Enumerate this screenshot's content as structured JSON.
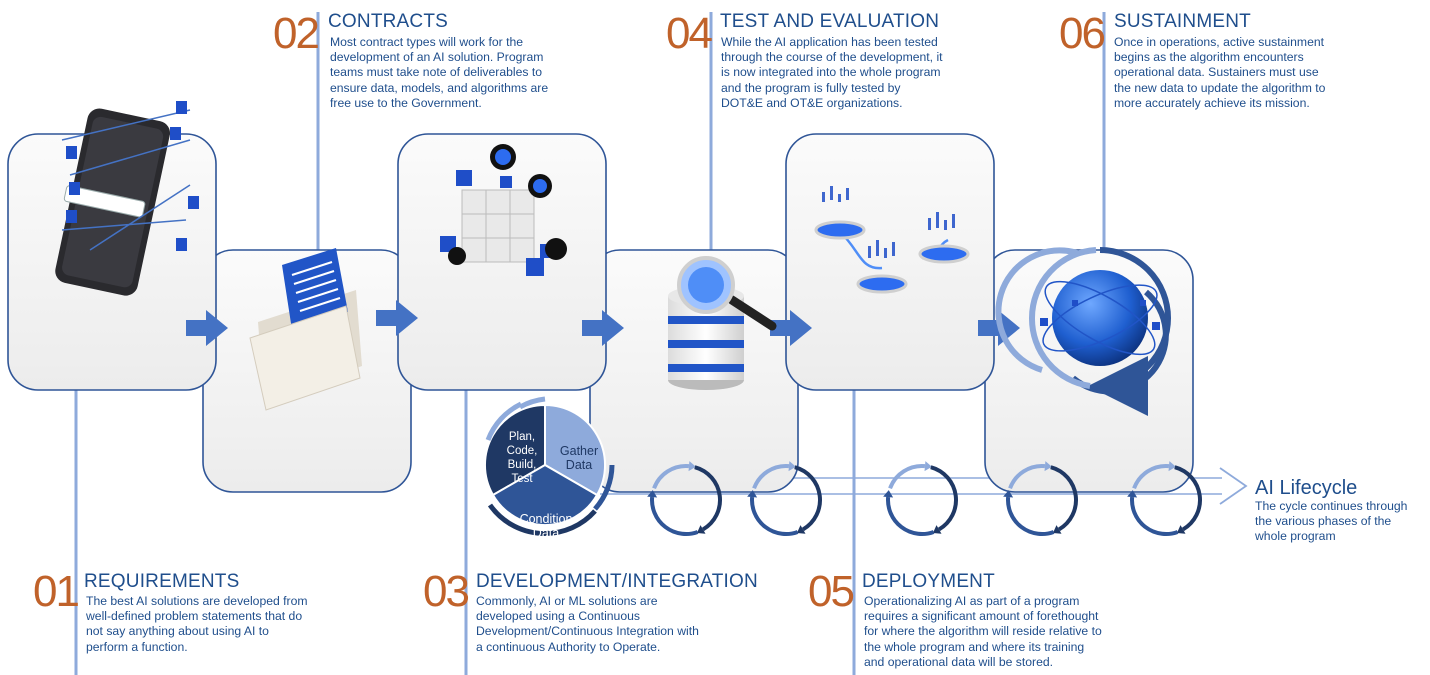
{
  "colors": {
    "accent_orange": "#c0622a",
    "text_blue": "#1f4e8c",
    "arrow_blue": "#4472c4",
    "line_blue": "#8eaadb",
    "card_border": "#2f5597",
    "card_fill": "#f2f2f2",
    "cycle_dark": "#1f3864",
    "cycle_mid": "#2f5597",
    "cycle_light": "#8eaadb"
  },
  "phases": [
    {
      "number": "01",
      "title": "REQUIREMENTS",
      "lines": [
        "The best AI solutions are developed from",
        "well-defined problem statements that do",
        "not say anything about using AI to",
        "perform a function."
      ],
      "icon": "smartphone-network-icon"
    },
    {
      "number": "02",
      "title": "CONTRACTS",
      "lines": [
        "Most contract types will work for the",
        "development of an AI solution. Program",
        "teams must take note of deliverables to",
        "ensure data, models, and algorithms are",
        "free use to the Government."
      ],
      "icon": "document-folder-icon"
    },
    {
      "number": "03",
      "title": "DEVELOPMENT/INTEGRATION",
      "lines": [
        "Commonly, AI or ML solutions are",
        "developed using a Continuous",
        "Development/Continuous Integration with",
        "a continuous Authority to Operate."
      ],
      "icon": "cube-cluster-icon"
    },
    {
      "number": "04",
      "title": "TEST AND EVALUATION",
      "lines": [
        "While the AI application has been tested",
        "through the course of the development, it",
        "is now integrated into the whole program",
        "and the program is fully tested by",
        "DOT&E and OT&E organizations."
      ],
      "icon": "database-magnifier-icon"
    },
    {
      "number": "05",
      "title": "DEPLOYMENT",
      "lines": [
        "Operationalizing AI as part of a program",
        "requires a significant amount of forethought",
        "for where the algorithm will reside relative to",
        "the whole program and where its training",
        "and operational  data will be stored."
      ],
      "icon": "data-nodes-icon"
    },
    {
      "number": "06",
      "title": "SUSTAINMENT",
      "lines": [
        "Once in operations, active sustainment",
        "begins as the algorithm encounters",
        "operational data.  Sustainers must use",
        "the new data to update the algorithm to",
        "more accurately achieve its mission."
      ],
      "icon": "globe-cycle-icon"
    }
  ],
  "dev_cycle": {
    "segments": [
      {
        "label_lines": [
          "Plan,",
          "Code,",
          "Build,",
          "Test"
        ],
        "color": "#1f3864"
      },
      {
        "label_lines": [
          "Gather",
          "Data"
        ],
        "color": "#8eaadb"
      },
      {
        "label_lines": [
          "Condition",
          "Data"
        ],
        "color": "#2f5597"
      }
    ]
  },
  "ai_lifecycle": {
    "title": "AI Lifecycle",
    "lines": [
      "The cycle continues through",
      "the various phases of the",
      "whole program"
    ]
  }
}
